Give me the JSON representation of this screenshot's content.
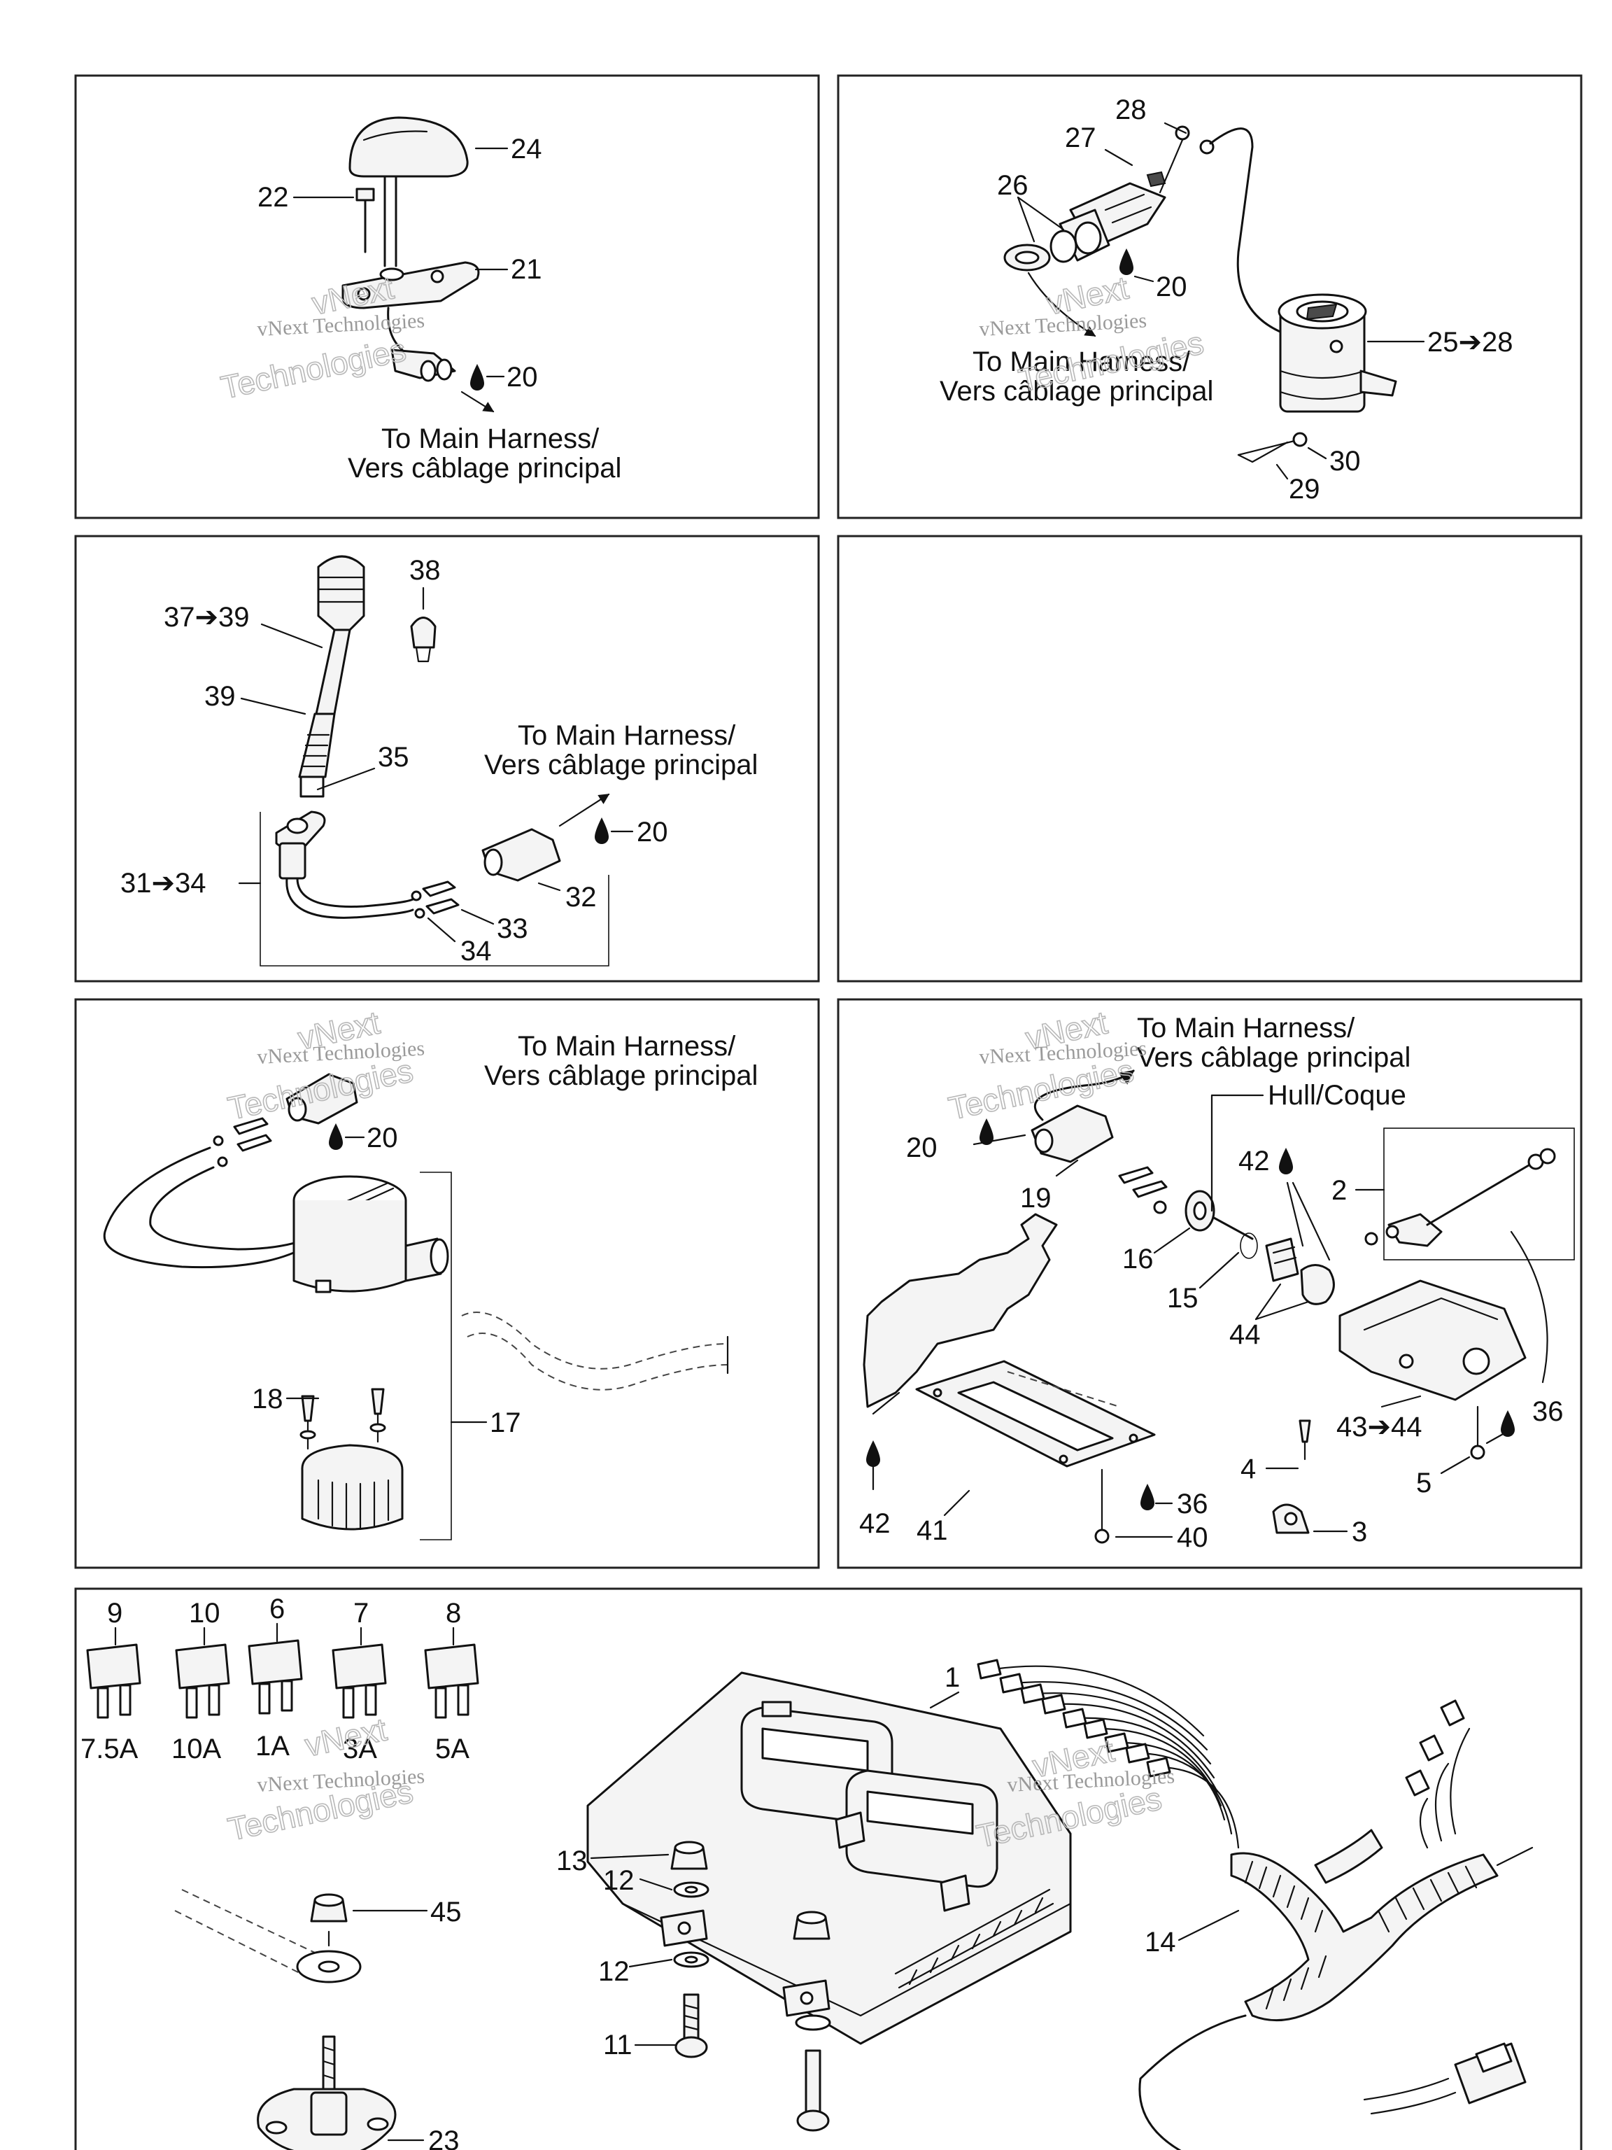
{
  "watermark": {
    "line1": "vNext",
    "line2": "vNext Technologies",
    "line3": "Technologies"
  },
  "harness_caption": {
    "line1": "To Main Harness/",
    "line2": "Vers câblage principal"
  },
  "hull_caption": "Hull/Coque",
  "panels": {
    "top_left": {
      "labels": {
        "p24": "24",
        "p22": "22",
        "p21": "21",
        "p20": "20"
      }
    },
    "top_right": {
      "labels": {
        "p28": "28",
        "p27": "27",
        "p26": "26",
        "p20": "20",
        "p25_28": "25➔28",
        "p30": "30",
        "p29": "29"
      }
    },
    "mid_left": {
      "labels": {
        "p38": "38",
        "p37_39": "37➔39",
        "p39": "39",
        "p35": "35",
        "p20": "20",
        "p31_34": "31➔34",
        "p32": "32",
        "p33": "33",
        "p34": "34"
      }
    },
    "lower_left": {
      "labels": {
        "p20": "20",
        "p18": "18",
        "p17": "17"
      }
    },
    "lower_right": {
      "labels": {
        "p20": "20",
        "p42drop": "42",
        "p2": "2",
        "p19": "19",
        "p16": "16",
        "p15": "15",
        "p44": "44",
        "p36a": "36",
        "p43_44": "43➔44",
        "p4": "4",
        "p5": "5",
        "p42": "42",
        "p41": "41",
        "p36b": "36",
        "p40": "40",
        "p3": "3"
      }
    },
    "bottom": {
      "fuses": [
        {
          "num": "9",
          "rating": "7.5A"
        },
        {
          "num": "10",
          "rating": "10A"
        },
        {
          "num": "6",
          "rating": "1A"
        },
        {
          "num": "7",
          "rating": "3A"
        },
        {
          "num": "8",
          "rating": "5A"
        }
      ],
      "labels": {
        "p45": "45",
        "p23": "23",
        "p1": "1",
        "p13": "13",
        "p12a": "12",
        "p12b": "12",
        "p11": "11",
        "p14": "14"
      }
    }
  }
}
